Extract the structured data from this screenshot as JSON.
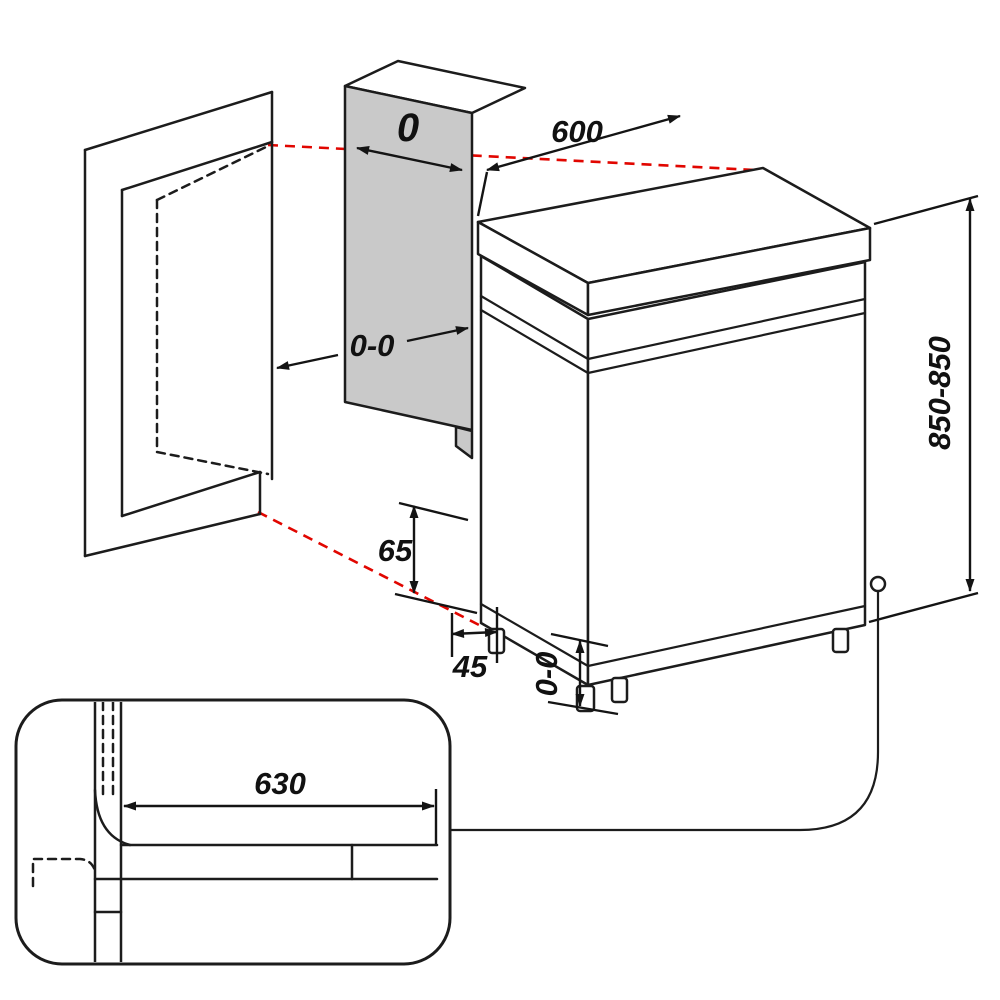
{
  "diagram": {
    "title": "dishwasher-installation-dimensions",
    "colors": {
      "line": "#1c1c1c",
      "guide_red": "#e10600",
      "panel_fill": "#c9c9c9",
      "background": "#ffffff"
    },
    "dimensions": {
      "top_gap": "0",
      "width": "600",
      "side_clearance": "0-0",
      "height": "850-850",
      "foot_adjust": "65",
      "base_recess": "45",
      "foot_range": "0-0",
      "depth": "630"
    }
  }
}
